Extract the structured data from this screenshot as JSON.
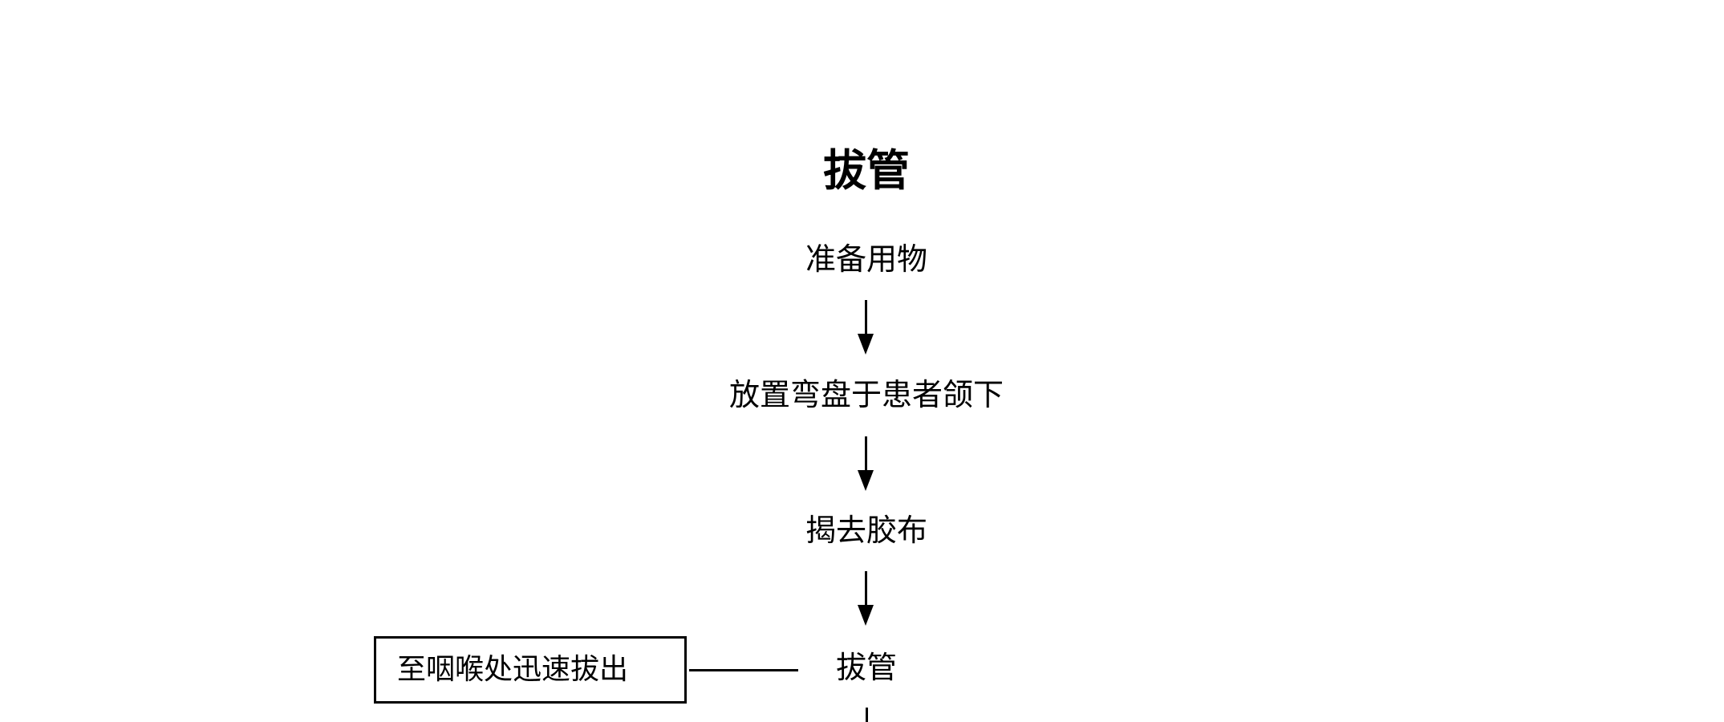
{
  "diagram": {
    "title": "拔管",
    "steps": [
      {
        "label": "准备用物"
      },
      {
        "label": "放置弯盘于患者颌下"
      },
      {
        "label": "揭去胶布"
      },
      {
        "label": "拔管"
      }
    ],
    "side_note": {
      "label": "至咽喉处迅速拔出",
      "attached_to_step": "拔管"
    }
  },
  "colors": {
    "line": "#000000",
    "text": "#000000",
    "background": "#ffffff"
  }
}
